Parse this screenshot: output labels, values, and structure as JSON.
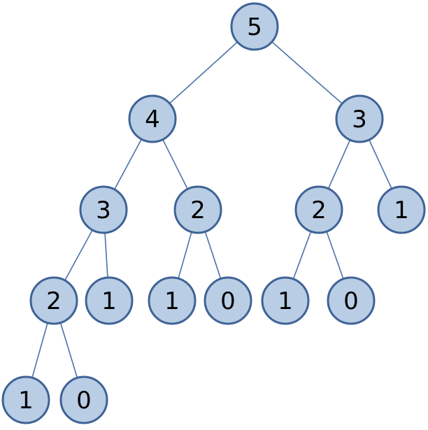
{
  "colors": {
    "node_fill": "#b9cde5",
    "node_stroke": "#3e6396",
    "edge": "#4a72a8",
    "label": "#000000"
  },
  "tree": {
    "nodes": [
      {
        "id": "n0",
        "label": "5"
      },
      {
        "id": "n1",
        "label": "4"
      },
      {
        "id": "n2",
        "label": "3"
      },
      {
        "id": "n3",
        "label": "3"
      },
      {
        "id": "n4",
        "label": "2"
      },
      {
        "id": "n5",
        "label": "2"
      },
      {
        "id": "n6",
        "label": "1"
      },
      {
        "id": "n7",
        "label": "2"
      },
      {
        "id": "n8",
        "label": "1"
      },
      {
        "id": "n9",
        "label": "1"
      },
      {
        "id": "n10",
        "label": "0"
      },
      {
        "id": "n11",
        "label": "1"
      },
      {
        "id": "n12",
        "label": "0"
      },
      {
        "id": "n13",
        "label": "1"
      },
      {
        "id": "n14",
        "label": "0"
      }
    ],
    "edges": [
      [
        "n0",
        "n1"
      ],
      [
        "n0",
        "n2"
      ],
      [
        "n1",
        "n3"
      ],
      [
        "n1",
        "n4"
      ],
      [
        "n2",
        "n5"
      ],
      [
        "n2",
        "n6"
      ],
      [
        "n3",
        "n7"
      ],
      [
        "n3",
        "n8"
      ],
      [
        "n4",
        "n9"
      ],
      [
        "n4",
        "n10"
      ],
      [
        "n5",
        "n11"
      ],
      [
        "n5",
        "n12"
      ],
      [
        "n7",
        "n13"
      ],
      [
        "n7",
        "n14"
      ]
    ]
  }
}
